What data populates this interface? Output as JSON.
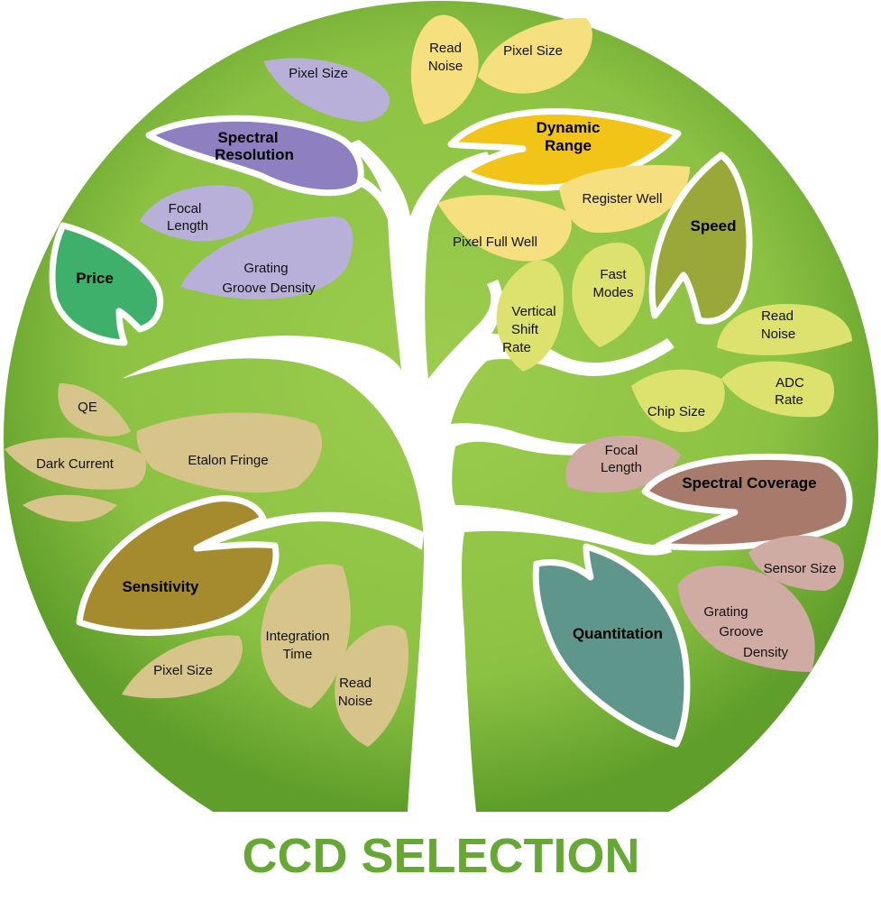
{
  "title": "CCD SELECTION",
  "colors": {
    "circle_light": "#9ccc4e",
    "circle_dark": "#5f9e2a",
    "title": "#66a834",
    "trunk": "#ffffff"
  },
  "categories": {
    "spectral_resolution": {
      "label": [
        "Spectral",
        "Resolution"
      ],
      "color": "#8d7fc0",
      "sub_color": "#b8b0d9",
      "subs": {
        "pixel_size": [
          "Pixel Size"
        ],
        "focal_length": [
          "Focal",
          "Length"
        ],
        "grating": [
          "Grating",
          "Groove Density"
        ]
      }
    },
    "dynamic_range": {
      "label": [
        "Dynamic",
        "Range"
      ],
      "color": "#f2c417",
      "sub_color": "#f5df7e",
      "subs": {
        "read_noise": [
          "Read",
          "Noise"
        ],
        "pixel_size": [
          "Pixel Size"
        ],
        "register_well": [
          "Register Well"
        ],
        "pixel_full_well": [
          "Pixel Full Well"
        ]
      }
    },
    "speed": {
      "label": [
        "Speed"
      ],
      "color": "#9aa83a",
      "sub_color": "#dde26e",
      "subs": {
        "fast_modes": [
          "Fast",
          "Modes"
        ],
        "vertical_shift": [
          "Vertical",
          "Shift",
          "Rate"
        ],
        "read_noise": [
          "Read",
          "Noise"
        ],
        "adc_rate": [
          "ADC",
          "Rate"
        ],
        "chip_size": [
          "Chip Size"
        ]
      }
    },
    "price": {
      "label": [
        "Price"
      ],
      "color": "#3fb06c"
    },
    "spectral_coverage": {
      "label": [
        "Spectral Coverage"
      ],
      "color": "#a87a6c",
      "sub_color": "#cfaba4",
      "subs": {
        "focal_length": [
          "Focal",
          "Length"
        ],
        "sensor_size": [
          "Sensor Size"
        ],
        "grating": [
          "Grating",
          "Groove",
          "Density"
        ]
      }
    },
    "quantitation": {
      "label": [
        "Quantitation"
      ],
      "color": "#5f968c"
    },
    "sensitivity": {
      "label": [
        "Sensitivity"
      ],
      "color": "#a68a2e",
      "sub_color": "#d6c48a",
      "subs": {
        "qe": [
          "QE"
        ],
        "dark_current": [
          "Dark Current"
        ],
        "etalon_fringe": [
          "Etalon Fringe"
        ],
        "pixel_size": [
          "Pixel Size"
        ],
        "integration_time": [
          "Integration",
          "Time"
        ],
        "read_noise": [
          "Read",
          "Noise"
        ]
      }
    }
  }
}
